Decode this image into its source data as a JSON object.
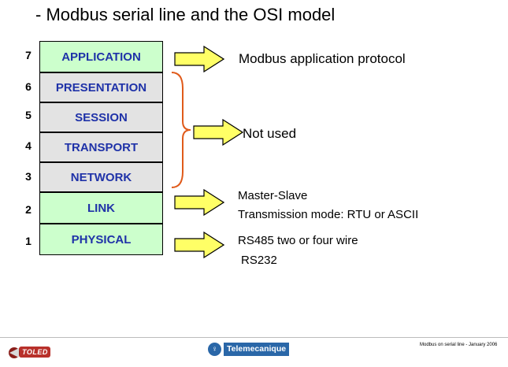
{
  "title": "- Modbus serial line and the OSI model",
  "layers": [
    {
      "num": "7",
      "name": "APPLICATION",
      "color": "#ccffcc"
    },
    {
      "num": "6",
      "name": "PRESENTATION",
      "color": "#e3e3e3"
    },
    {
      "num": "5",
      "name": "SESSION",
      "color": "#e3e3e3"
    },
    {
      "num": "4",
      "name": "TRANSPORT",
      "color": "#e3e3e3"
    },
    {
      "num": "3",
      "name": "NETWORK",
      "color": "#e3e3e3"
    },
    {
      "num": "2",
      "name": "LINK",
      "color": "#ccffcc"
    },
    {
      "num": "1",
      "name": "PHYSICAL",
      "color": "#ccffcc"
    }
  ],
  "notes": {
    "application": "Modbus application protocol",
    "unused": "Not used",
    "link_line1": "Master-Slave",
    "link_line2": "Transmission mode: RTU or ASCII",
    "physical_line1": "RS485 two or four wire",
    "physical_line2": "RS232"
  },
  "colors": {
    "layer_text": "#1f32a8",
    "arrow_fill": "#ffff66",
    "brace": "#e05a1a",
    "brand": "#2a67a8"
  },
  "footer": {
    "left_logo": "TOLED",
    "brand": "Telemecanique",
    "note": "Modbus on serial line - January 2006"
  }
}
